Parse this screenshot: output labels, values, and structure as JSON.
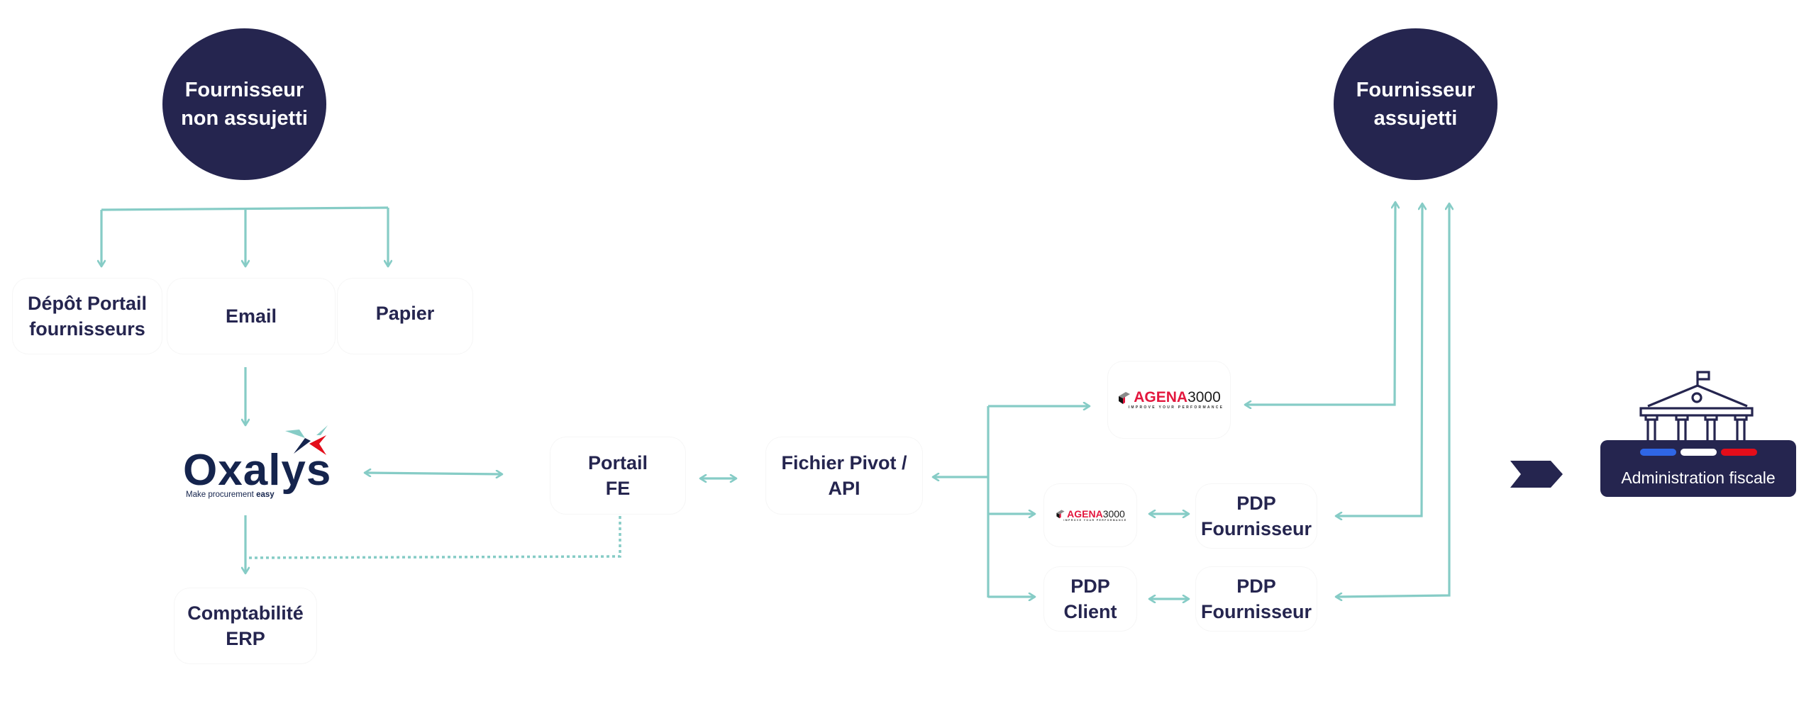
{
  "colors": {
    "navy": "#25254f",
    "teal": "#86ccc6",
    "agena_red": "#e3173e",
    "oxalys_navy": "#15244d",
    "flag_blue": "#2f66e6",
    "flag_white": "#ffffff",
    "flag_red": "#e30d1a"
  },
  "nodes": {
    "fournisseur_non_assujetti": "Fournisseur\nnon assujetti",
    "fournisseur_assujetti": "Fournisseur\nassujetti",
    "depot_portail": "Dépôt Portail\nfournisseurs",
    "email": "Email",
    "papier": "Papier",
    "comptabilite_erp": "Comptabilité\nERP",
    "portail_fe": "Portail\nFE",
    "fichier_pivot": "Fichier Pivot /\nAPI",
    "pdp_fournisseur_1": "PDP\nFournisseur",
    "pdp_client": "PDP\nClient",
    "pdp_fournisseur_2": "PDP\nFournisseur",
    "administration_fiscale": "Administration fiscale"
  },
  "logos": {
    "oxalys": {
      "name": "Oxalys",
      "tagline_prefix": "Make procurement ",
      "tagline_bold": "easy"
    },
    "agena": {
      "name_red": "AGENA",
      "name_black": "3000",
      "tagline": "IMPROVE YOUR PERFORMANCE"
    }
  },
  "icons": {
    "administration": "government-building-icon",
    "next": "chevron-right-icon"
  }
}
